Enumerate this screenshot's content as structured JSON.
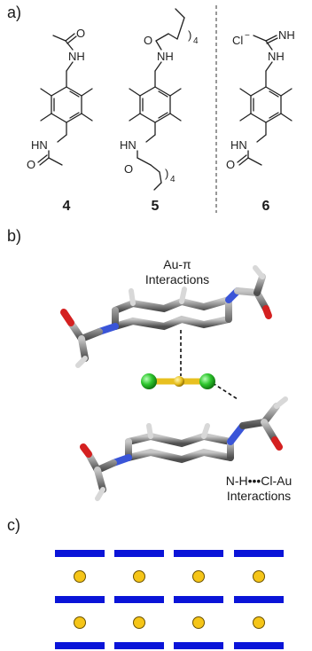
{
  "panels": {
    "a": "a)",
    "b": "b)",
    "c": "c)"
  },
  "compounds": [
    {
      "number": "4"
    },
    {
      "number": "5"
    },
    {
      "number": "6"
    }
  ],
  "atoms": {
    "o": "O",
    "nh": "NH",
    "hn": "HN",
    "chloride": "Cl",
    "chloride_charge": "−",
    "subscript_4": ")",
    "subscript_num": "4"
  },
  "interactions": {
    "au_pi_line1": "Au-π",
    "au_pi_line2": "Interactions",
    "nh_cl_line1": "N-H•••Cl-Au",
    "nh_cl_line2": "Interactions"
  },
  "colors": {
    "bar": "#0a14d8",
    "dot_fill": "#f5c518",
    "dot_stroke": "#6b5200",
    "chlorine": "#2ec72e",
    "gold": "#e8c020",
    "nitrogen": "#3a55d8",
    "oxygen": "#d42020",
    "carbon": "#8c8c8c",
    "hydrogen": "#e8e8e8"
  }
}
